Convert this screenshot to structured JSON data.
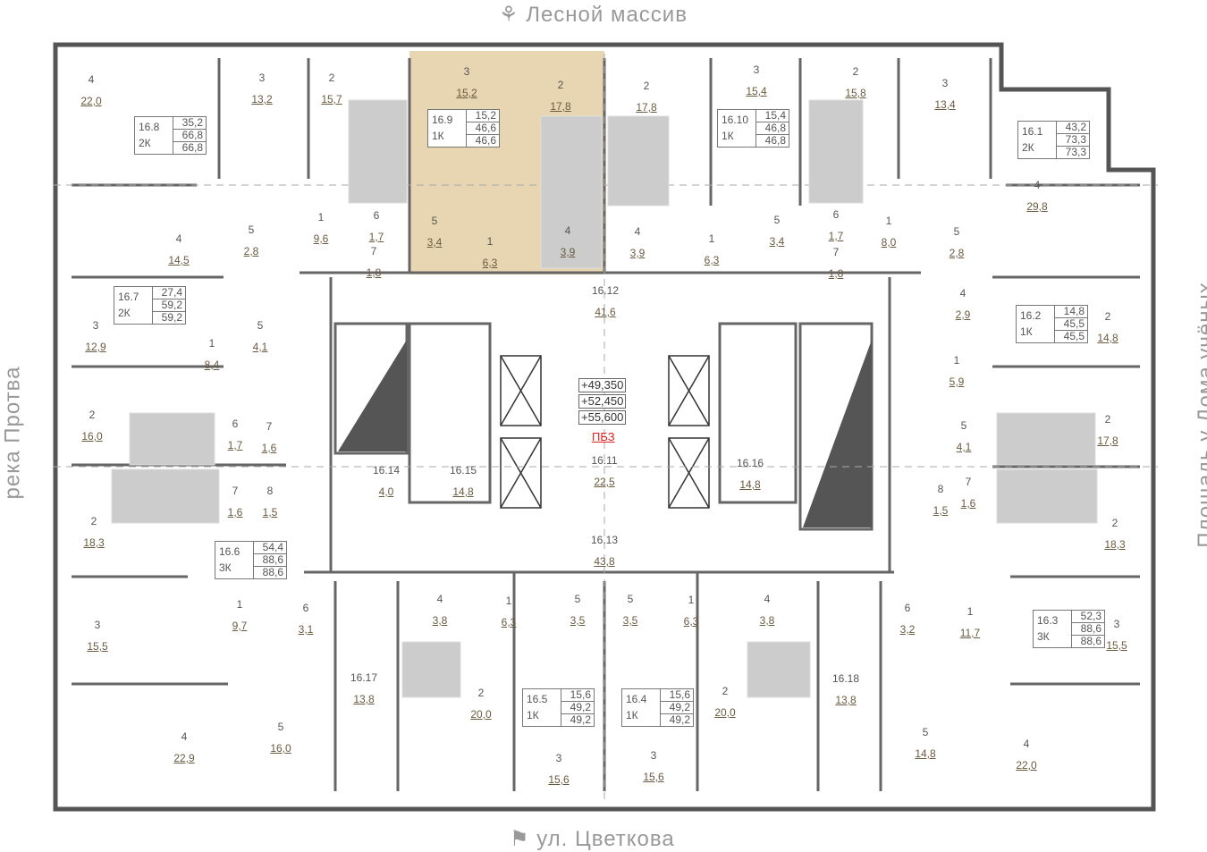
{
  "surroundings": {
    "top": "Лесной массив",
    "bottom": "ул. Цветкова",
    "left": "река Протва",
    "right": "Площадь у Дома учёных"
  },
  "highlight_color": "#e3cfa3",
  "rooms": [
    [
      "4",
      "22,0"
    ],
    [
      "3",
      "13,2"
    ],
    [
      "2",
      "15,7"
    ],
    [
      "4",
      "14,5"
    ],
    [
      "5",
      "2,8"
    ],
    [
      "1",
      "9,6"
    ],
    [
      "6",
      "1,7"
    ],
    [
      "7",
      "1,8"
    ],
    [
      "3",
      "15,2"
    ],
    [
      "2",
      "17,8"
    ],
    [
      "5",
      "3,4"
    ],
    [
      "1",
      "6,3"
    ],
    [
      "4",
      "3,9"
    ],
    [
      "2",
      "17,8"
    ],
    [
      "3",
      "15,4"
    ],
    [
      "4",
      "3,9"
    ],
    [
      "1",
      "6,3"
    ],
    [
      "5",
      "3,4"
    ],
    [
      "2",
      "15,8"
    ],
    [
      "3",
      "13,4"
    ],
    [
      "6",
      "1,7"
    ],
    [
      "7",
      "1,8"
    ],
    [
      "1",
      "8,0"
    ],
    [
      "5",
      "2,8"
    ],
    [
      "4",
      "29,8"
    ],
    [
      "4",
      "2,9"
    ],
    [
      "2",
      "14,8"
    ],
    [
      "1",
      "5,9"
    ],
    [
      "5",
      "4,1"
    ],
    [
      "2",
      "17,8"
    ],
    [
      "8",
      "1,5"
    ],
    [
      "7",
      "1,6"
    ],
    [
      "2",
      "18,3"
    ],
    [
      "6",
      "3,2"
    ],
    [
      "1",
      "11,7"
    ],
    [
      "3",
      "15,5"
    ],
    [
      "5",
      "14,8"
    ],
    [
      "4",
      "22,0"
    ],
    [
      "3",
      "12,9"
    ],
    [
      "1",
      "8,4"
    ],
    [
      "5",
      "4,1"
    ],
    [
      "2",
      "16,0"
    ],
    [
      "6",
      "1,7"
    ],
    [
      "7",
      "1,6"
    ],
    [
      "7",
      "1,6"
    ],
    [
      "8",
      "1,5"
    ],
    [
      "2",
      "18,3"
    ],
    [
      "1",
      "9,7"
    ],
    [
      "6",
      "3,1"
    ],
    [
      "3",
      "15,5"
    ],
    [
      "4",
      "22,9"
    ],
    [
      "5",
      "16,0"
    ],
    [
      "4",
      "3,8"
    ],
    [
      "1",
      "6,3"
    ],
    [
      "5",
      "3,5"
    ],
    [
      "2",
      "20,0"
    ],
    [
      "3",
      "15,6"
    ],
    [
      "5",
      "3,5"
    ],
    [
      "1",
      "6,3"
    ],
    [
      "4",
      "3,8"
    ],
    [
      "2",
      "20,0"
    ],
    [
      "3",
      "15,6"
    ],
    [
      "16.12",
      "41,6"
    ],
    [
      "16.11",
      "22,5"
    ],
    [
      "16.13",
      "43,8"
    ],
    [
      "16.14",
      "4,0"
    ],
    [
      "16.15",
      "14,8"
    ],
    [
      "16.16",
      "14,8"
    ],
    [
      "16.17",
      "13,8"
    ],
    [
      "16.18",
      "13,8"
    ]
  ],
  "apartments": [
    {
      "id": "16.8",
      "type": "2К",
      "living": "35,2",
      "total": "66,8",
      "total2": "66,8"
    },
    {
      "id": "16.9",
      "type": "1К",
      "living": "15,2",
      "total": "46,6",
      "total2": "46,6"
    },
    {
      "id": "16.10",
      "type": "1К",
      "living": "15,4",
      "total": "46,8",
      "total2": "46,8"
    },
    {
      "id": "16.1",
      "type": "2К",
      "living": "43,2",
      "total": "73,3",
      "total2": "73,3"
    },
    {
      "id": "16.2",
      "type": "1К",
      "living": "14,8",
      "total": "45,5",
      "total2": "45,5"
    },
    {
      "id": "16.3",
      "type": "3К",
      "living": "52,3",
      "total": "88,6",
      "total2": "88,6"
    },
    {
      "id": "16.7",
      "type": "2К",
      "living": "27,4",
      "total": "59,2",
      "total2": "59,2"
    },
    {
      "id": "16.6",
      "type": "3К",
      "living": "54,4",
      "total": "88,6",
      "total2": "88,6"
    },
    {
      "id": "16.5",
      "type": "1К",
      "living": "15,6",
      "total": "49,2",
      "total2": "49,2"
    },
    {
      "id": "16.4",
      "type": "1К",
      "living": "15,6",
      "total": "49,2",
      "total2": "49,2"
    }
  ],
  "core": {
    "elevations": [
      "+49,350",
      "+52,450",
      "+55,600"
    ],
    "code": "ПБЗ"
  }
}
